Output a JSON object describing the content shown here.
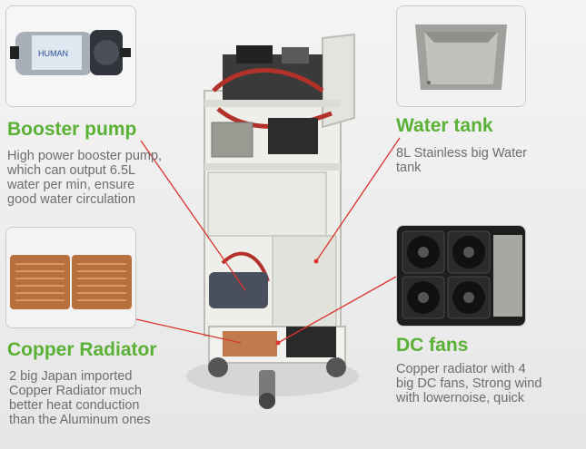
{
  "features": {
    "booster_pump": {
      "title": "Booster pump",
      "description": "High power booster pump,\nwhich can output 6.5L\nwater per min, ensure\ngood water circulation"
    },
    "water_tank": {
      "title": "Water tank",
      "description": "8L Stainless big Water\ntank"
    },
    "copper_radiator": {
      "title": "Copper Radiator",
      "description": "2 big Japan imported\nCopper Radiator much\nbetter heat conduction\nthan the Aluminum ones"
    },
    "dc_fans": {
      "title": "DC fans",
      "description": "Copper radiator with 4\nbig DC fans, Strong wind\nwith lowernoise, quick"
    }
  },
  "colors": {
    "title_green": "#5bb135",
    "text_gray": "#6d6d6d",
    "callout_red": "#d9342b"
  }
}
